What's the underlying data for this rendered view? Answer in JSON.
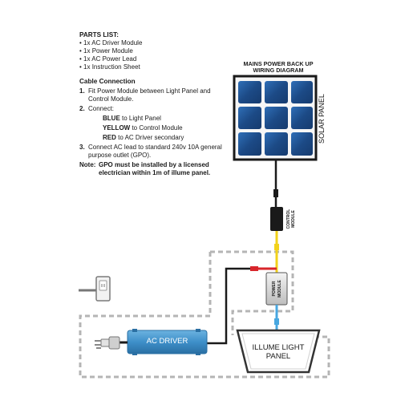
{
  "parts": {
    "heading": "PARTS LIST:",
    "items": [
      "1x AC Driver Module",
      "1x Power Module",
      "1x AC Power Lead",
      "1x Instruction Sheet"
    ]
  },
  "cable": {
    "heading": "Cable Connection",
    "step1_num": "1.",
    "step1": "Fit Power Module between Light Panel and Control Module.",
    "step2_num": "2.",
    "step2": "Connect:",
    "blue_word": "BLUE",
    "blue_rest": " to Light Panel",
    "yellow_word": "YELLOW",
    "yellow_rest": " to Control Module",
    "red_word": "RED",
    "red_rest": " to AC Driver secondary",
    "step3_num": "3.",
    "step3": "Connect AC lead to standard 240v 10A general purpose outlet (GPO).",
    "note_label": "Note:",
    "note": "GPO must be installed by a licensed electrician within 1m of illume panel."
  },
  "diagram": {
    "title_line1": "MAINS POWER BACK UP",
    "title_line2": "WIRING DIAGRAM",
    "solar_label": "SOLAR PANEL",
    "control_label_1": "CONTROL",
    "control_label_2": "MODULE",
    "power_label_1": "POWER",
    "power_label_2": "MODULE",
    "ac_driver_label": "AC DRIVER",
    "light_label_1": "ILLUME LIGHT",
    "light_label_2": "PANEL"
  },
  "colors": {
    "panel_cell": "#1f4f8f",
    "panel_frame": "#1a1a1a",
    "ac_driver": "#3e8fc9",
    "wire_red": "#d8262b",
    "wire_yellow": "#f2d21a",
    "wire_blue": "#48a7e0",
    "dash": "#b5b5b5"
  }
}
